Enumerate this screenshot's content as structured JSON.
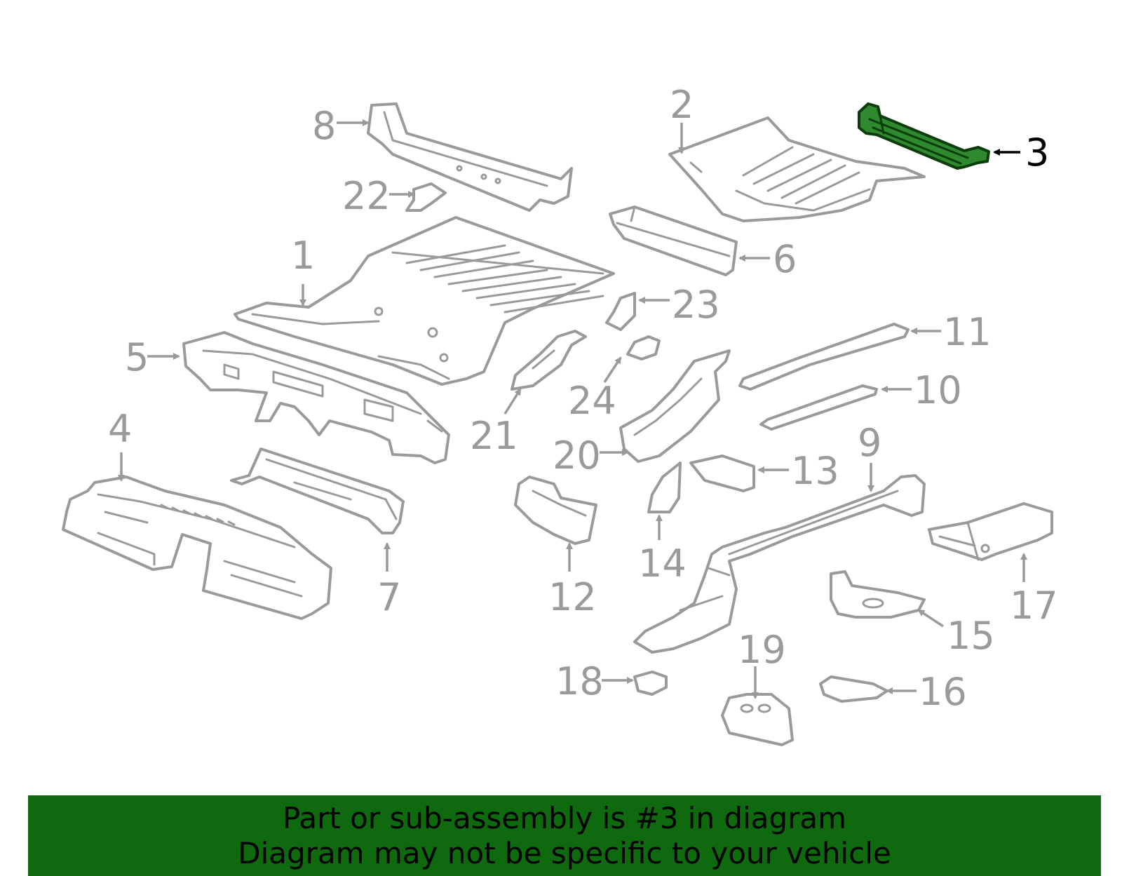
{
  "diagram": {
    "highlighted_part": "3",
    "highlight_color": "#2f8a2f",
    "line_color": "#9a9a9a",
    "callouts": {
      "c1": "1",
      "c2": "2",
      "c3": "3",
      "c4": "4",
      "c5": "5",
      "c6": "6",
      "c7": "7",
      "c8": "8",
      "c9": "9",
      "c10": "10",
      "c11": "11",
      "c12": "12",
      "c13": "13",
      "c14": "14",
      "c15": "15",
      "c16": "16",
      "c17": "17",
      "c18": "18",
      "c19": "19",
      "c20": "20",
      "c21": "21",
      "c22": "22",
      "c23": "23",
      "c24": "24"
    }
  },
  "banner": {
    "background": "#0f6a0f",
    "line1": "Part or sub-assembly is #3 in diagram",
    "line2": "Diagram may not be specific to your vehicle"
  }
}
